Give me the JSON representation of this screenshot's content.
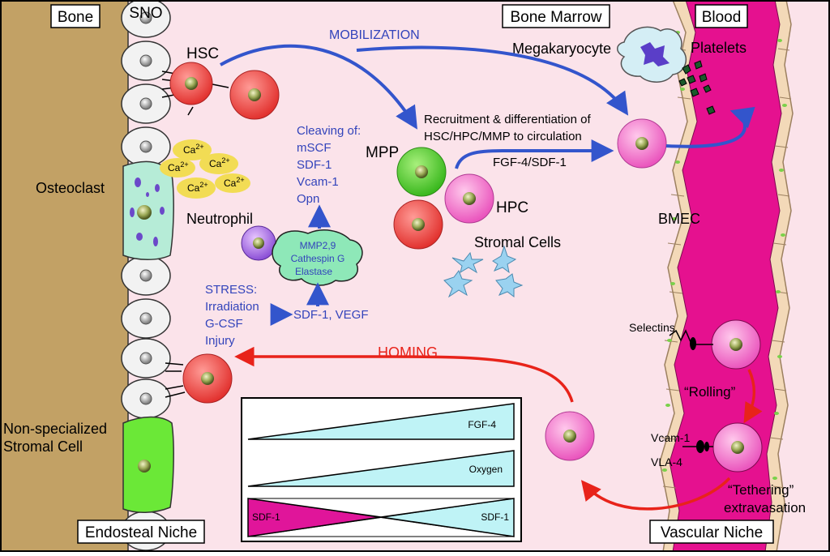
{
  "labels": {
    "bone": "Bone",
    "sno": "SNO",
    "bone_marrow": "Bone Marrow",
    "blood": "Blood",
    "mobilization": "MOBILIZATION",
    "megakaryocyte": "Megakaryocyte",
    "platelets": "Platelets",
    "hsc": "HSC",
    "recruitment_line1": "Recruitment & differentiation of",
    "recruitment_line2": "HSC/HPC/MMP to circulation",
    "fgf4_sdf1": "FGF-4/SDF-1",
    "mpp": "MPP",
    "hpc": "HPC",
    "stromal_cells": "Stromal Cells",
    "osteoclast": "Osteoclast",
    "calcium_base": "Ca",
    "calcium_charge": "2+",
    "neutrophil": "Neutrophil",
    "cleaving_title": "Cleaving of:",
    "cleaving_items": [
      "mSCF",
      "SDF-1",
      "Vcam-1",
      "Opn"
    ],
    "enzymes": [
      "MMP2,9",
      "Cathespin G",
      "Elastase"
    ],
    "stress_title": "STRESS:",
    "stress_items": [
      "Irradiation",
      "G-CSF",
      "Injury"
    ],
    "sdf1_vegf": "SDF-1, VEGF",
    "bmec": "BMEC",
    "homing": "HOMING",
    "selectins": "Selectins",
    "rolling": "“Rolling”",
    "vcam1": "Vcam-1",
    "vla4": "VLA-4",
    "tethering": "“Tethering”",
    "extravasation": "extravasation",
    "nonspec_line1": "Non-specialized",
    "nonspec_line2": "Stromal Cell",
    "endosteal_niche": "Endosteal Niche",
    "vascular_niche": "Vascular Niche"
  },
  "gradients": {
    "fgf4": "FGF-4",
    "oxygen": "Oxygen",
    "sdf1_left": "SDF-1",
    "sdf1_right": "SDF-1"
  },
  "colors": {
    "bone": "#c2a165",
    "marrow": "#fbe3ea",
    "blood": "#e5118f",
    "mobilization_arrow": "#3355cc",
    "homing_arrow": "#e8231a",
    "text_blue": "#3344bb",
    "gradient_cyan": "#bff3f6",
    "gradient_magenta": "#e0159a"
  }
}
